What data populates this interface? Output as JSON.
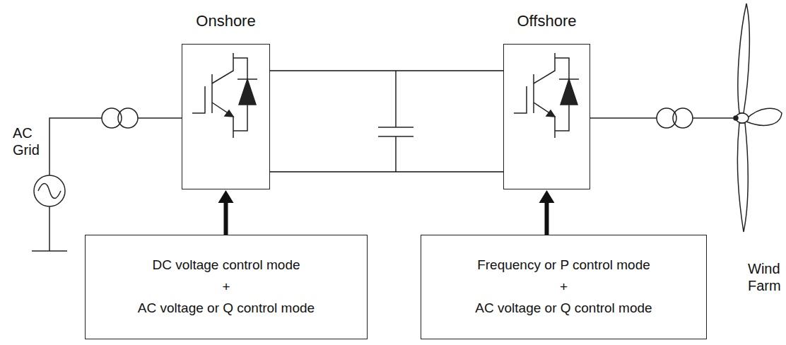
{
  "diagram": {
    "nodes": [
      {
        "text": [
          "Onshore"
        ]
      },
      {
        "text": [
          "DC voltage control mode",
          "+",
          "AC voltage or Q control mode"
        ]
      },
      {
        "text": [
          "Offshore"
        ]
      },
      {
        "text": [
          "Frequency or P control mode",
          "+",
          "AC voltage or Q control mode"
        ]
      }
    ],
    "edges": [
      {
        "from": 1,
        "to": 0,
        "arrow": "to"
      },
      {
        "from": 3,
        "to": 2,
        "arrow": "to"
      },
      {
        "from": 0,
        "to": 2,
        "arrow": "none"
      },
      {
        "from": 0,
        "to": 2,
        "arrow": "none"
      }
    ],
    "labels": [
      "AC Grid",
      "Wind Farm"
    ]
  }
}
